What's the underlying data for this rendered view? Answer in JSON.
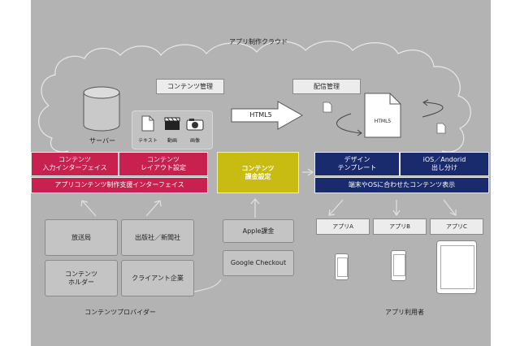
{
  "cloud": {
    "title": "アプリ制作クラウド"
  },
  "server": {
    "label": "サーバー"
  },
  "media": [
    {
      "icon": "document-icon",
      "label": "テキスト"
    },
    {
      "icon": "film-clapper-icon",
      "label": "動画"
    },
    {
      "icon": "camera-icon",
      "label": "画像"
    }
  ],
  "content_management": "コンテンツ管理",
  "distribution_management": "配信管理",
  "html5_arrow": "HTML5",
  "html5_file": "HTML5",
  "provider_bars": {
    "input_interface": "コンテンツ\n入力インターフェイス",
    "layout_settings": "コンテンツ\nレイアウト設定",
    "support_interface": "アプリコンテンツ制作支援インターフェイス"
  },
  "billing": {
    "settings": "コンテンツ\n課金設定",
    "apple": "Apple課金",
    "google": "Google Checkout"
  },
  "user_bars": {
    "design_template": "デザイン\nテンプレート",
    "ios_android": "iOS／Andorid\n出し分け",
    "display": "端末やOSに合わせたコンテンツ表示"
  },
  "providers": {
    "broadcaster": "放送局",
    "publisher": "出版社／新聞社",
    "holder": "コンテンツ\nホルダー",
    "client": "クライアント企業",
    "caption": "コンテンツプロバイダー"
  },
  "apps": [
    "アプリA",
    "アプリB",
    "アプリC"
  ],
  "users_caption": "アプリ利用者"
}
